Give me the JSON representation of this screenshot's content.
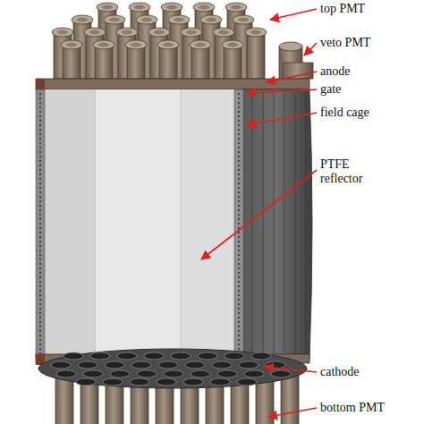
{
  "diagram": {
    "labels": [
      "top PMT",
      "veto PMT",
      "anode",
      "gate",
      "field cage",
      "PTFE reflector",
      "cathode",
      "bottom PMT"
    ]
  }
}
